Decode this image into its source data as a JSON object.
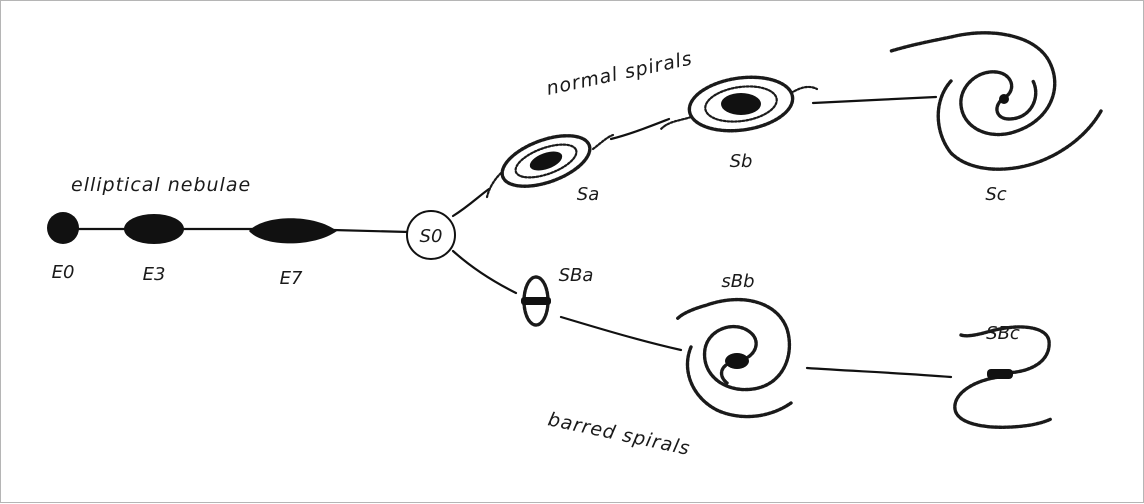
{
  "captions": {
    "elliptical": "elliptical nebulae",
    "normal": "normal spirals",
    "barred": "barred spirals"
  },
  "types": {
    "e0": "E0",
    "e3": "E3",
    "e7": "E7",
    "s0": "S0",
    "sa": "Sa",
    "sb": "Sb",
    "sc": "Sc",
    "sba": "SBa",
    "sbb": "sBb",
    "sbc": "SBc"
  },
  "colors": {
    "ink": "#111111",
    "border": "#b5b5b5",
    "background": "#ffffff"
  }
}
